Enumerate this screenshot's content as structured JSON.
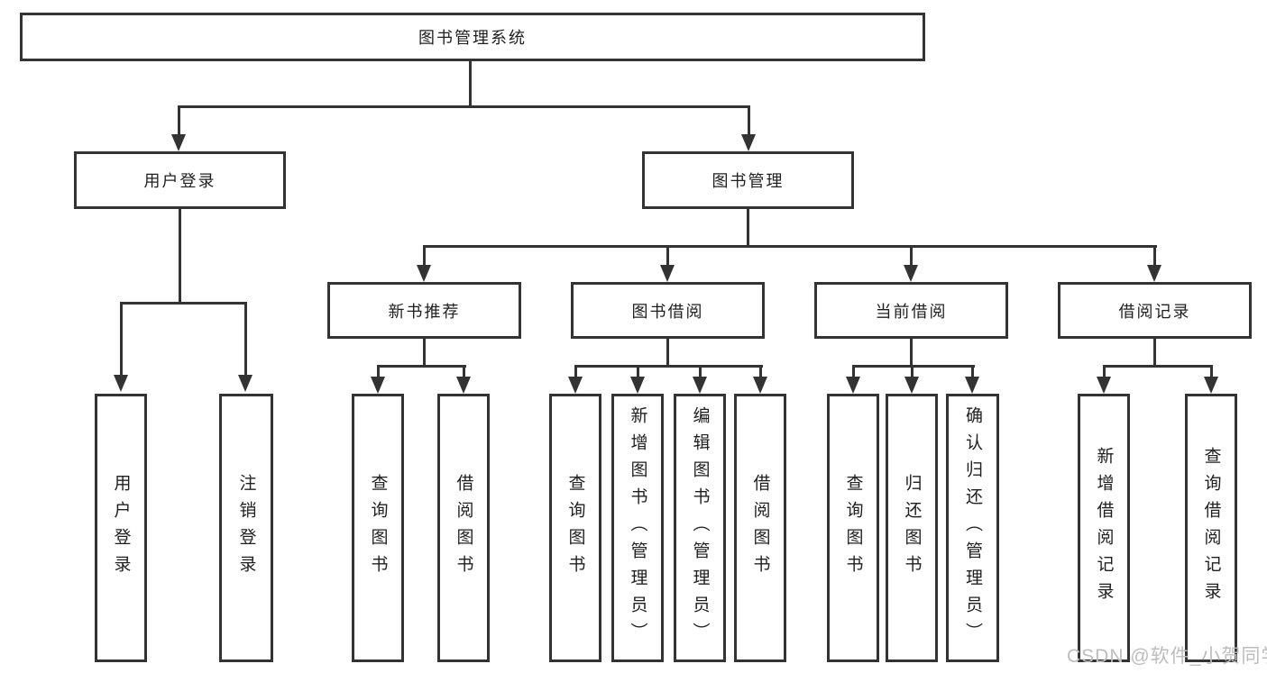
{
  "diagram": {
    "title": "图书管理系统",
    "nodes": {
      "root": {
        "label": "图书管理系统"
      },
      "user_login": {
        "label": "用户登录"
      },
      "book_management": {
        "label": "图书管理"
      },
      "leaf_user_login": {
        "label": "用户登录"
      },
      "leaf_logout_login": {
        "label": "注销登录"
      },
      "new_book_recommendation": {
        "label": "新书推荐"
      },
      "book_borrowing": {
        "label": "图书借阅"
      },
      "current_borrowing": {
        "label": "当前借阅"
      },
      "borrowing_records": {
        "label": "借阅记录"
      },
      "nbr_query_books": {
        "label": "查询图书"
      },
      "nbr_borrow_books": {
        "label": "借阅图书"
      },
      "bb_query_books": {
        "label": "查询图书"
      },
      "bb_add_books_admin": {
        "label": "新增图书（管理员）"
      },
      "bb_edit_books_admin": {
        "label": "编辑图书（管理员）"
      },
      "bb_borrow_books": {
        "label": "借阅图书"
      },
      "cb_query_books": {
        "label": "查询图书"
      },
      "cb_return_books": {
        "label": "归还图书"
      },
      "cb_confirm_return_admin": {
        "label": "确认归还（管理员）"
      },
      "br_add_record": {
        "label": "新增借阅记录"
      },
      "br_query_record": {
        "label": "查询借阅记录"
      }
    },
    "hierarchy": {
      "root": [
        "user_login",
        "book_management"
      ],
      "user_login": [
        "leaf_user_login",
        "leaf_logout_login"
      ],
      "book_management": [
        "new_book_recommendation",
        "book_borrowing",
        "current_borrowing",
        "borrowing_records"
      ],
      "new_book_recommendation": [
        "nbr_query_books",
        "nbr_borrow_books"
      ],
      "book_borrowing": [
        "bb_query_books",
        "bb_add_books_admin",
        "bb_edit_books_admin",
        "bb_borrow_books"
      ],
      "current_borrowing": [
        "cb_query_books",
        "cb_return_books",
        "cb_confirm_return_admin"
      ],
      "borrowing_records": [
        "br_add_record",
        "br_query_record"
      ]
    },
    "colors": {
      "line": "#333333",
      "text": "#1f1f1f",
      "background": "#ffffff",
      "watermark": "#bdbdbd"
    },
    "watermark": "CSDN @软件_小贺同学"
  }
}
